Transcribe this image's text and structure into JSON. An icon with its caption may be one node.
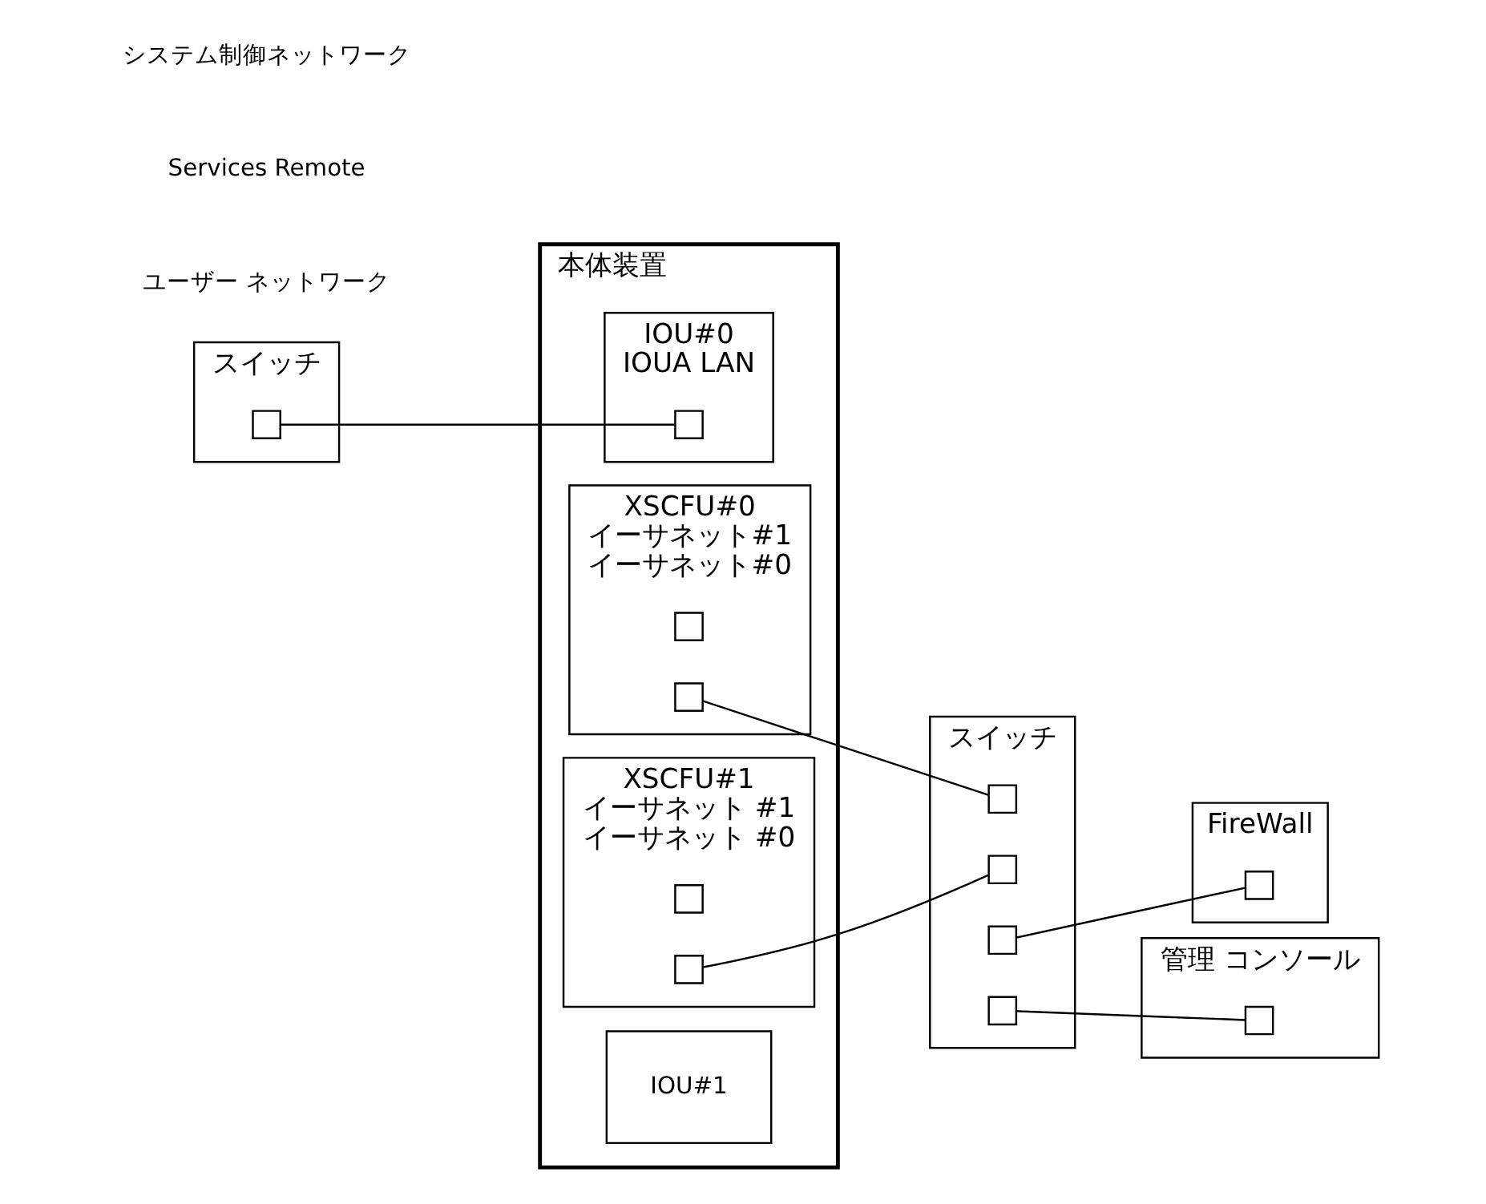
{
  "diagram": {
    "nodes": [
      {
        "text": [
          "本体装置"
        ]
      },
      {
        "text": [
          "IOU#0",
          "IOUA LAN"
        ],
        "in": 0
      },
      {
        "text": [],
        "shape": "box",
        "in": 1
      },
      {
        "text": [
          "XSCFU#0",
          "イーサネット#1",
          "イーサネット#0"
        ],
        "in": 0
      },
      {
        "text": [],
        "shape": "box",
        "in": 3
      },
      {
        "text": [],
        "shape": "box",
        "in": 3
      },
      {
        "text": [
          "IOU#1"
        ],
        "in": 0
      },
      {
        "text": [
          "XSCFU#1",
          "イーサネット #1",
          "イーサネット #0"
        ],
        "in": 0
      },
      {
        "text": [],
        "shape": "box",
        "in": 7
      },
      {
        "text": [],
        "shape": "box",
        "in": 7
      },
      {
        "text": [
          "スイッチ"
        ]
      },
      {
        "text": [],
        "shape": "box",
        "in": 10
      },
      {
        "text": [
          "FireWall"
        ]
      },
      {
        "text": [],
        "shape": "box",
        "in": 12
      },
      {
        "text": [
          "スイッチ"
        ]
      },
      {
        "text": [],
        "shape": "box",
        "in": 14
      },
      {
        "text": [],
        "shape": "box",
        "in": 14
      },
      {
        "text": [],
        "shape": "box",
        "in": 14
      },
      {
        "text": [],
        "shape": "box",
        "in": 14
      },
      {
        "text": [
          "管理 コンソール"
        ]
      },
      {
        "text": [],
        "shape": "box",
        "in": 19
      }
    ],
    "edges": [
      {
        "from": 11,
        "to": 2,
        "arrow": "none"
      },
      {
        "from": 5,
        "to": 15,
        "arrow": "none"
      },
      {
        "from": 9,
        "to": 16,
        "arrow": "none"
      },
      {
        "from": 17,
        "to": 13,
        "arrow": "none"
      },
      {
        "from": 18,
        "to": 20,
        "arrow": "none"
      }
    ],
    "labels": [
      "ユーザー ネットワーク",
      "Services Remote",
      "システム制御ネットワーク"
    ]
  }
}
